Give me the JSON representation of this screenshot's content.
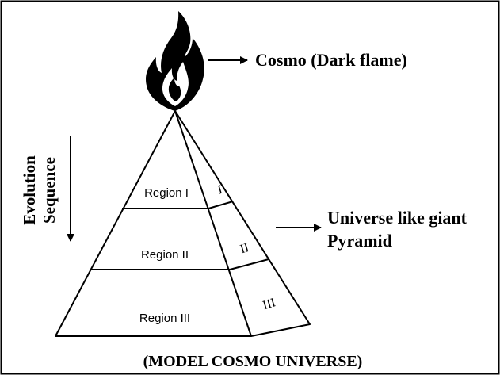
{
  "labels": {
    "flame": "Cosmo (Dark flame)",
    "pyramid_line1": "Universe like giant",
    "pyramid_line2": "Pyramid",
    "evolution_line1": "Evolution",
    "evolution_line2": "Sequence",
    "caption": "(MODEL COSMO UNIVERSE)"
  },
  "regions": [
    {
      "front": "Region I",
      "side": "I"
    },
    {
      "front": "Region II",
      "side": "II"
    },
    {
      "front": "Region III",
      "side": "III"
    }
  ],
  "colors": {
    "ink": "#000000",
    "background": "#ffffff",
    "flame_inner": "#ffffff"
  },
  "icons": {
    "flame": "flame-icon",
    "arrows": "arrow-right-icon",
    "sequence": "arrow-down-icon"
  }
}
